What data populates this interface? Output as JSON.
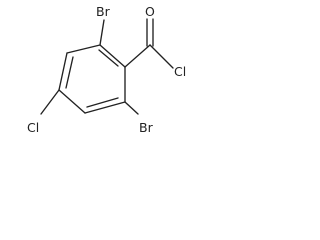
{
  "molecule": {
    "atoms": {
      "br_top": "Br",
      "br_bottom": "Br",
      "cl_ring": "Cl",
      "o_carbonyl": "O",
      "cl_acyl": "Cl"
    }
  },
  "colors": {
    "ink": "#222222",
    "background": "#ffffff"
  }
}
